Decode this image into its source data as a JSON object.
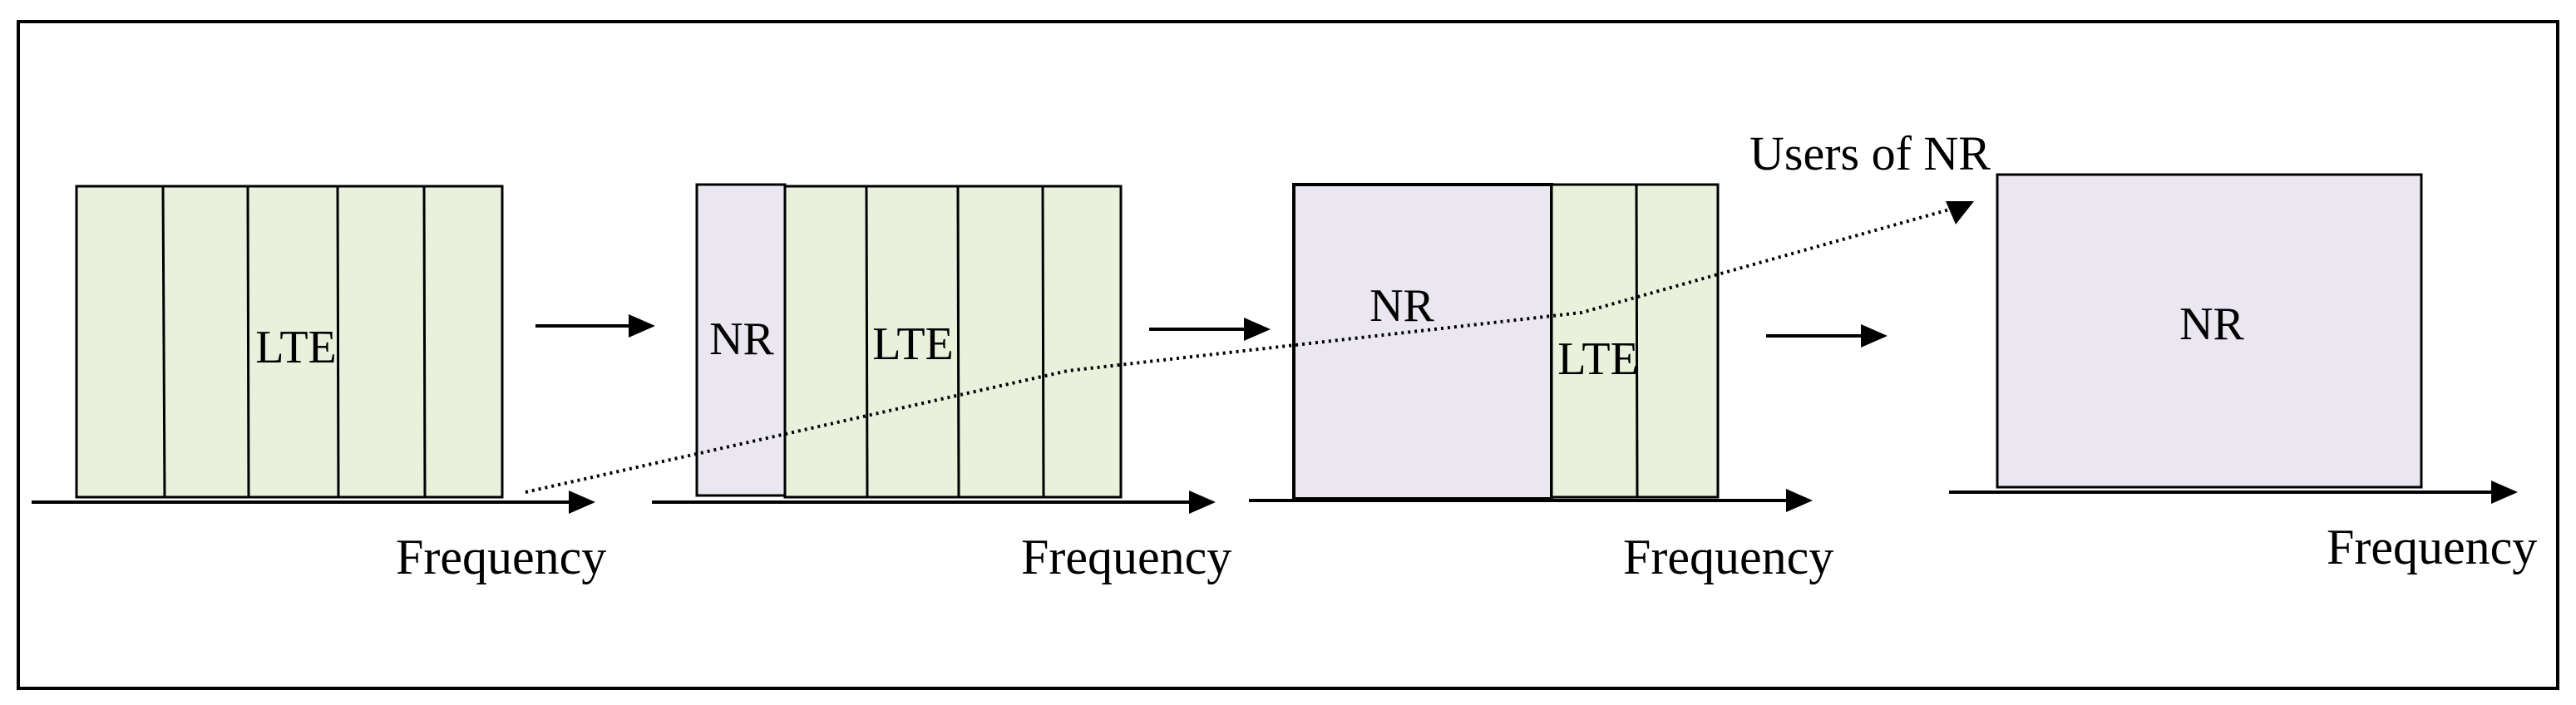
{
  "colors": {
    "lte": "#e9f0dc",
    "nr": "#eae7f0",
    "stroke": "#000000"
  },
  "panels": [
    {
      "frequency_label": "Frequency",
      "blocks": [
        {
          "label": "LTE"
        }
      ]
    },
    {
      "frequency_label": "Frequency",
      "blocks": [
        {
          "label": "NR"
        },
        {
          "label": "LTE"
        }
      ]
    },
    {
      "frequency_label": "Frequency",
      "blocks": [
        {
          "label": "NR"
        },
        {
          "label": "LTE"
        }
      ]
    },
    {
      "frequency_label": "Frequency",
      "blocks": [
        {
          "label": "NR"
        }
      ]
    }
  ],
  "trend": {
    "label": "Users of NR"
  }
}
